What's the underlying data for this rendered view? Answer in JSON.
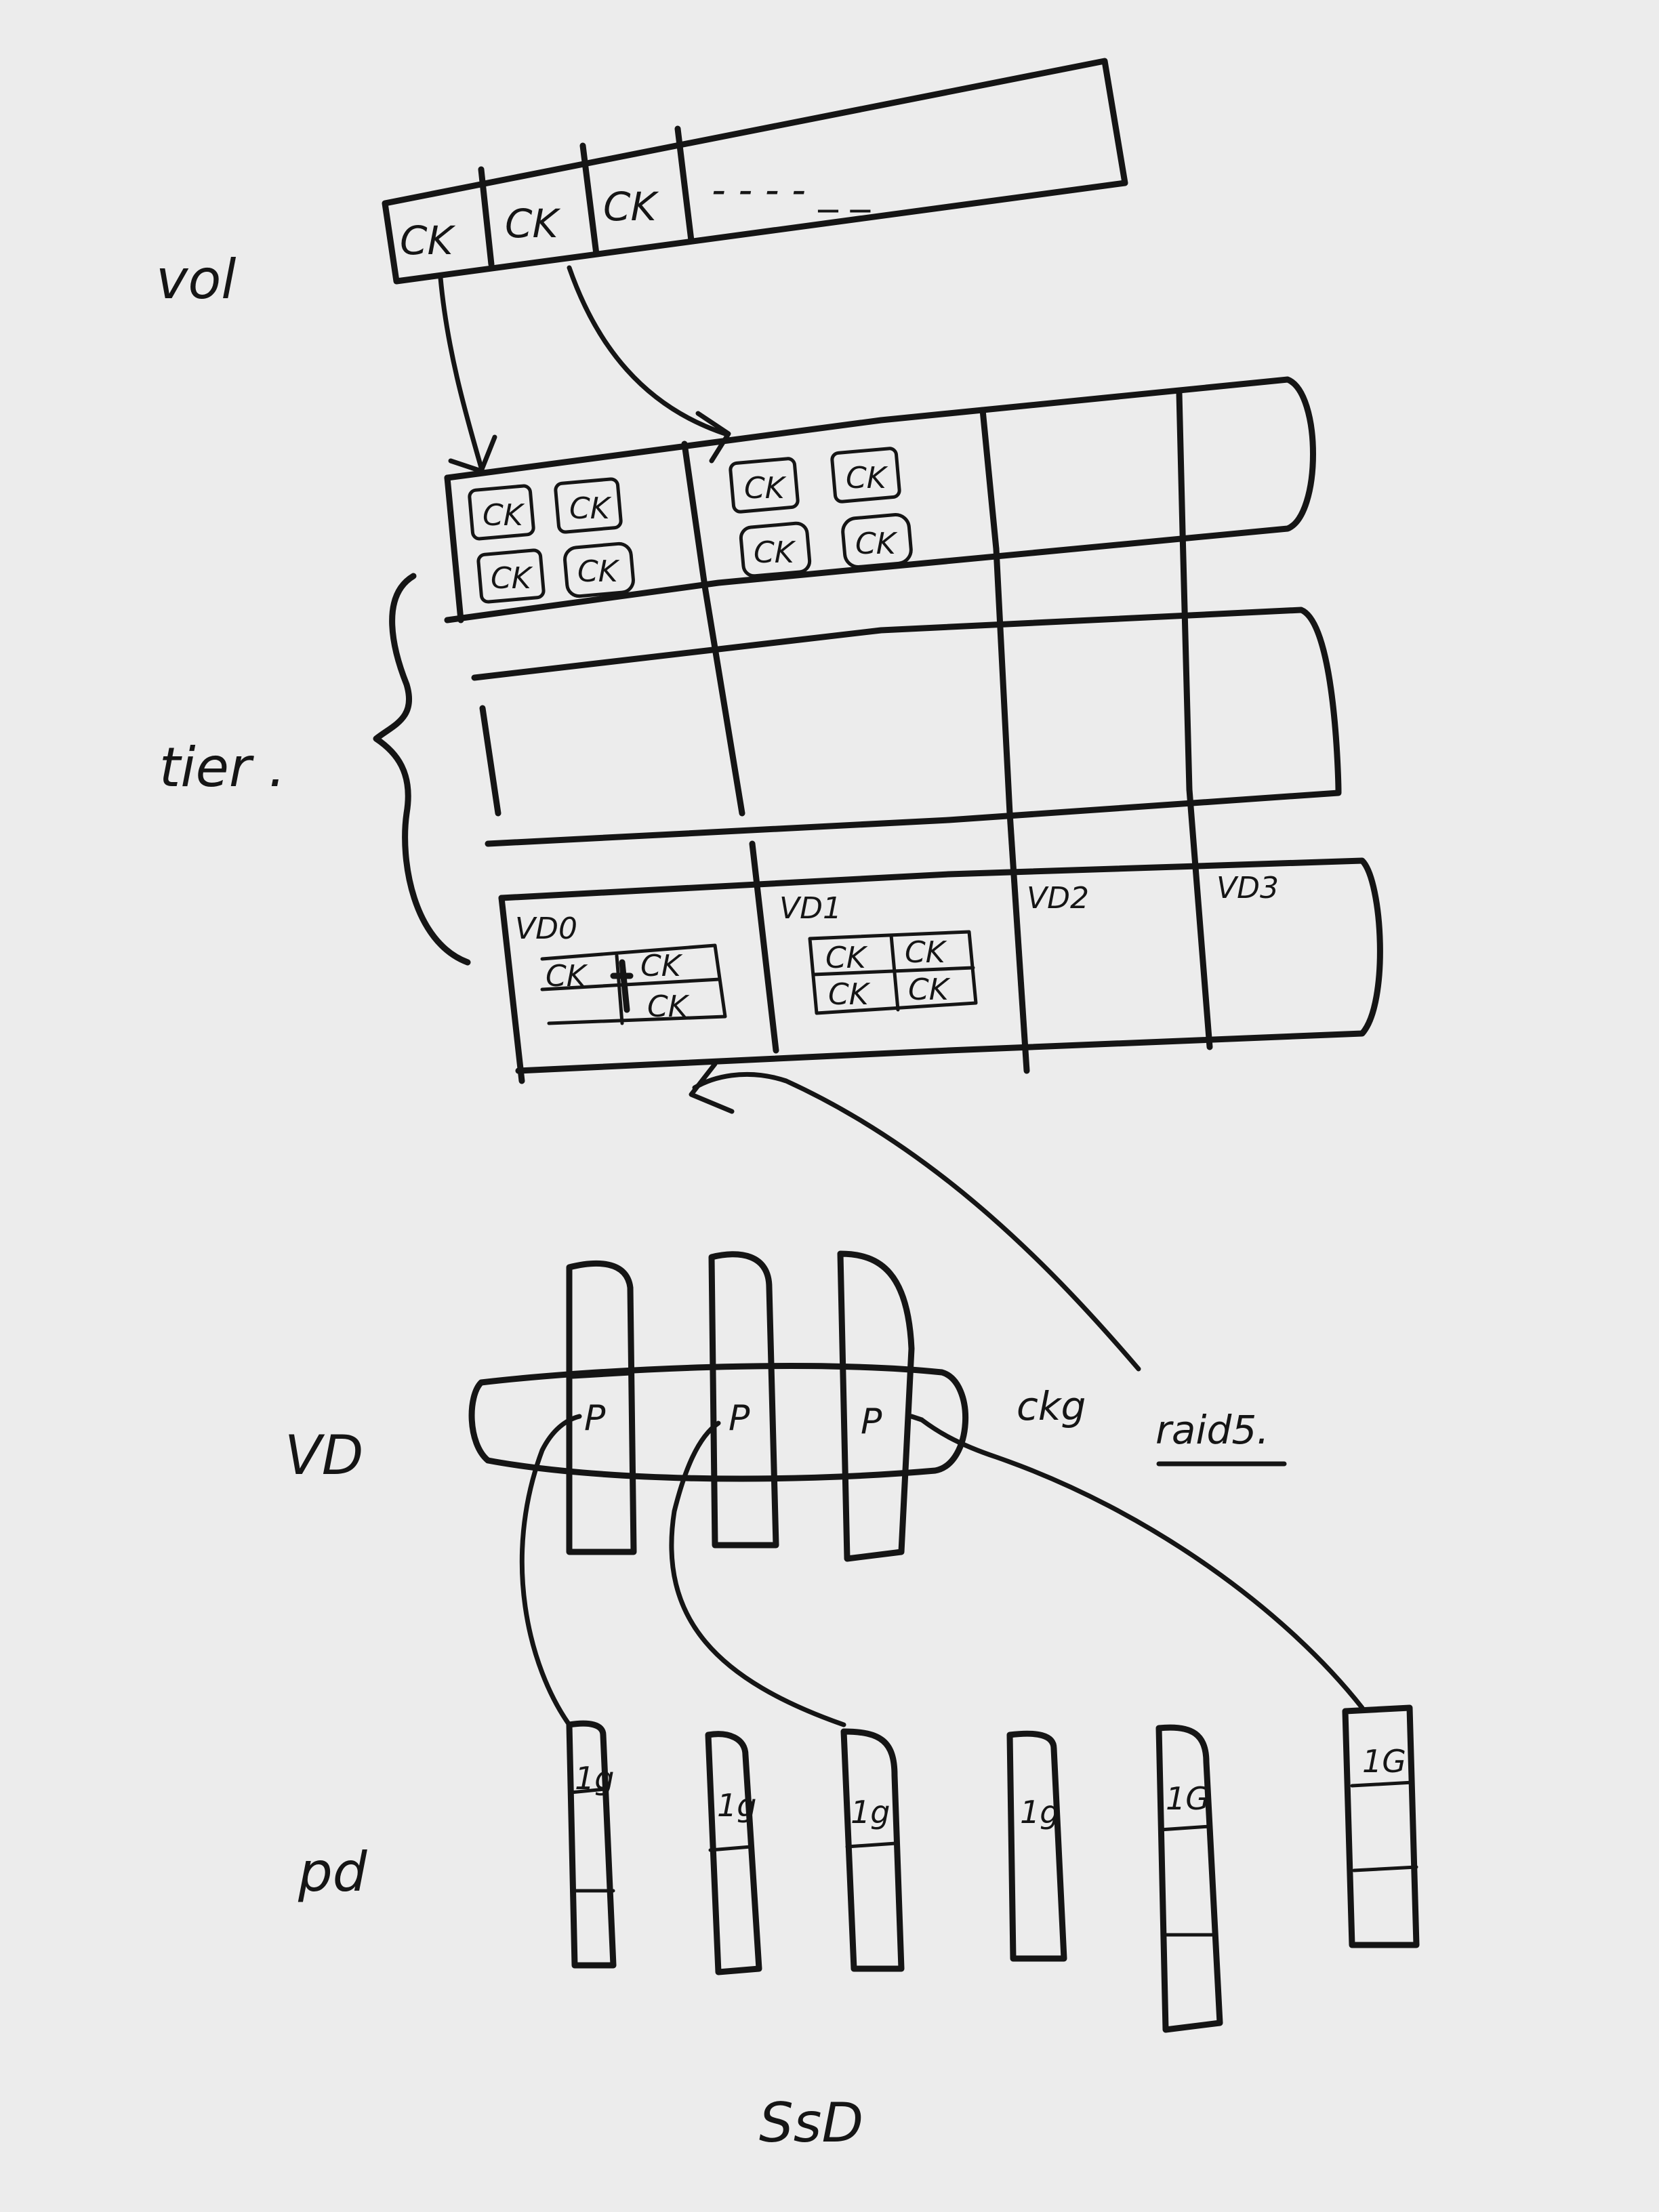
{
  "labels": {
    "vol": "vol",
    "tier": "tier .",
    "vd": "VD",
    "pd": "pd",
    "ssd": "SsD",
    "ckg": "ckg",
    "raid": "raid5."
  },
  "vol_row": {
    "cells": [
      "CK",
      "CK",
      "CK"
    ],
    "ellipsis": "- - - - _ _"
  },
  "tier_top_row": {
    "group0": [
      "CK",
      "CK",
      "CK",
      "CK"
    ],
    "group1": [
      "CK",
      "CK",
      "CK",
      "CK"
    ]
  },
  "tier_bottom_row": {
    "vds": [
      "VD0",
      "VD1",
      "VD2",
      "VD3"
    ],
    "vd0_cells": [
      "CK",
      "CK",
      "CK"
    ],
    "vd1_cells": [
      "CK",
      "CK",
      "CK",
      "CK"
    ]
  },
  "ckg_cells": [
    "P",
    "P",
    "P"
  ],
  "pd_disks": [
    "1g",
    "1g",
    "1g",
    "1g",
    "1G",
    "1G"
  ]
}
